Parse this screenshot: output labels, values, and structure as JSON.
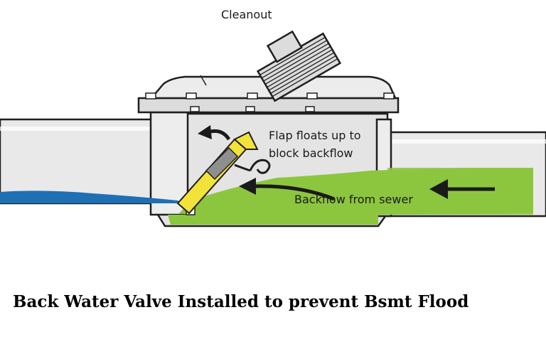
{
  "labels": {
    "cleanout": "Cleanout",
    "flap_line1": "Flap floats up to",
    "flap_line2": "block backflow",
    "backflow": "Backflow from sewer"
  },
  "caption": "Back Water Valve Installed to prevent Bsmt Flood",
  "colors": {
    "pipe_fill": "#e9e9ea",
    "pipe_outline": "#1f1f1f",
    "sewer_water": "#8cc63e",
    "house_water": "#1f6fb5",
    "flap": "#f3e23a",
    "arrow": "#1a1a1a"
  },
  "icons": [
    "flow-arrow-icon",
    "flap-arrow-icon",
    "wave-arrow-icon"
  ]
}
